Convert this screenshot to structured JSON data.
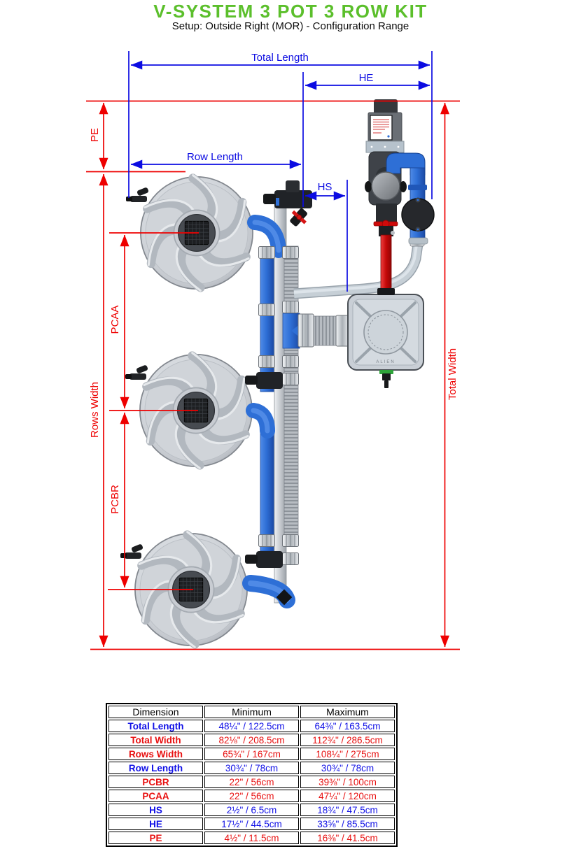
{
  "header": {
    "title": "V-SYSTEM 3 POT 3 ROW KIT",
    "subtitle": "Setup: Outside Right (MOR) - Configuration Range"
  },
  "diagram": {
    "labels": {
      "total_length": "Total Length",
      "he": "HE",
      "row_length": "Row Length",
      "hs": "HS",
      "pe": "PE",
      "rows_width": "Rows Width",
      "pcaa": "PCAA",
      "pcbr": "PCBR",
      "total_width": "Total Width"
    },
    "tank_brand": "ALIEN",
    "colors": {
      "dimension_blue": "#0c0ce2",
      "dimension_red": "#ee0000",
      "title_green": "#5bbf2b",
      "pipe_blue": "#2e6fd6",
      "pipe_red": "#c40808"
    }
  },
  "table": {
    "headers": [
      "Dimension",
      "Minimum",
      "Maximum"
    ],
    "rows": [
      {
        "name": "Total Length",
        "min": "48¼\" / 122.5cm",
        "max": "64⅜\" / 163.5cm",
        "color": "blue"
      },
      {
        "name": "Total Width",
        "min": "82⅛\" / 208.5cm",
        "max": "112¾\" / 286.5cm",
        "color": "red"
      },
      {
        "name": "Rows Width",
        "min": "65¾\" / 167cm",
        "max": "108¼\" / 275cm",
        "color": "red"
      },
      {
        "name": "Row Length",
        "min": "30¾\" / 78cm",
        "max": "30¾\" / 78cm",
        "color": "blue"
      },
      {
        "name": "PCBR",
        "min": "22\" / 56cm",
        "max": "39⅜\" / 100cm",
        "color": "red"
      },
      {
        "name": "PCAA",
        "min": "22\" / 56cm",
        "max": "47¼\" / 120cm",
        "color": "red"
      },
      {
        "name": "HS",
        "min": "2½\" / 6.5cm",
        "max": "18¾\" / 47.5cm",
        "color": "blue"
      },
      {
        "name": "HE",
        "min": "17½\" / 44.5cm",
        "max": "33⅝\" / 85.5cm",
        "color": "blue"
      },
      {
        "name": "PE",
        "min": "4½\" / 11.5cm",
        "max": "16⅜\" / 41.5cm",
        "color": "red"
      }
    ]
  }
}
